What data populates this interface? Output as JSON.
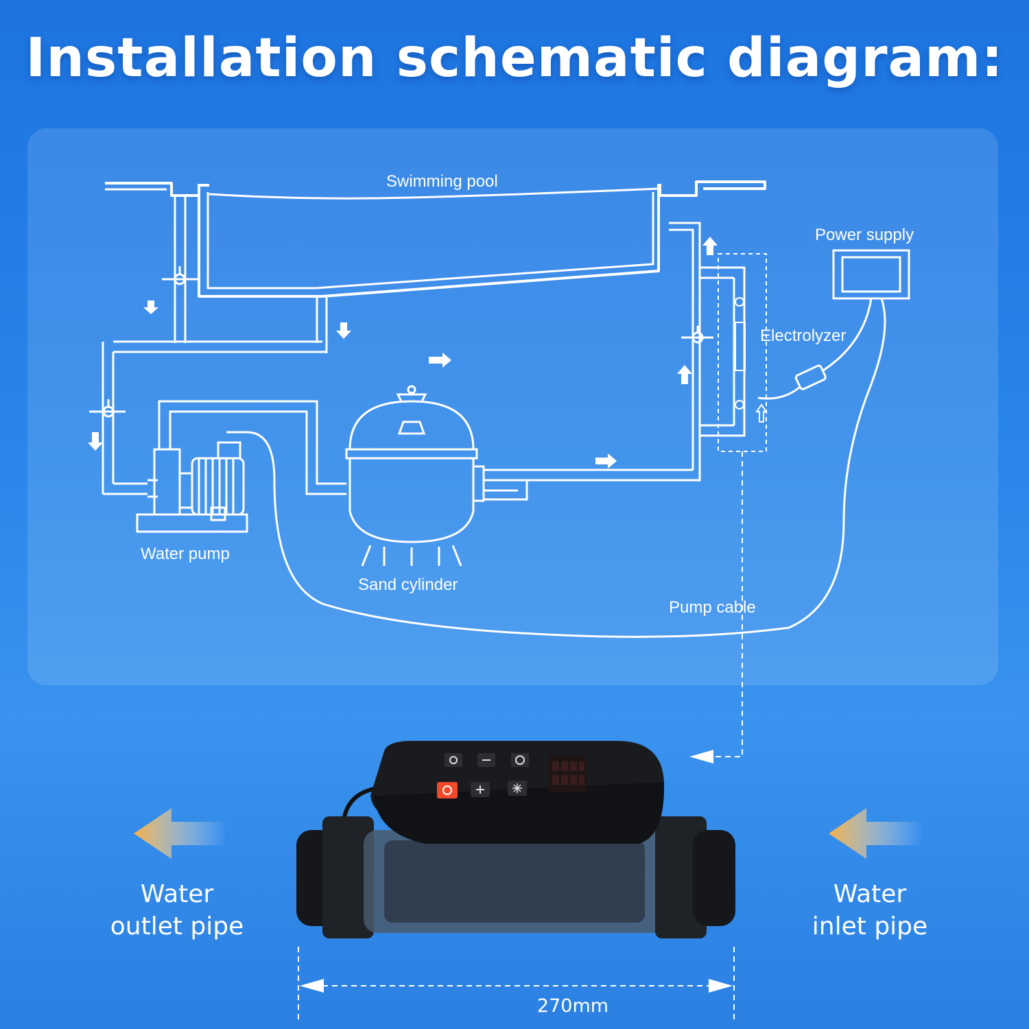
{
  "title": "Installation schematic diagram:",
  "labels": {
    "swimming_pool": "Swimming pool",
    "power_supply": "Power supply",
    "electrolyzer": "Electrolyzer",
    "water_pump": "Water pump",
    "sand_cylinder": "Sand cylinder",
    "pump_cable": "Pump cable",
    "outlet_line1": "Water",
    "outlet_line2": "outlet pipe",
    "inlet_line1": "Water",
    "inlet_line2": "inlet pipe",
    "dimension": "270mm"
  },
  "colors": {
    "background": "#2a86ea",
    "line": "#ffffff",
    "flow_arrow_from": "#f2b04a",
    "flow_arrow_to": "#ffffff",
    "device_body": "#1b1b1f",
    "power_button": "#f04a2a"
  },
  "icons": [
    "flow-arrow-icon",
    "valve-icon",
    "gear-icon",
    "minus-icon",
    "plus-icon",
    "power-icon",
    "snowflake-icon",
    "bolt-icon"
  ]
}
